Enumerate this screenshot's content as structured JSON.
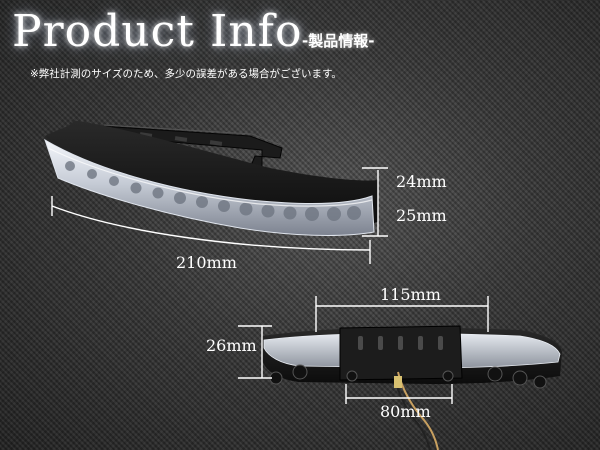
{
  "header": {
    "title": "Product Info",
    "subtitle": "-製品情報-",
    "note": "※弊社計測のサイズのため、多少の誤差がある場合がございます。"
  },
  "dimensions": {
    "height_top": "24mm",
    "height_bottom": "25mm",
    "length": "210mm",
    "bracket_width": "115mm",
    "bracket_height": "26mm",
    "mount_width": "80mm"
  }
}
